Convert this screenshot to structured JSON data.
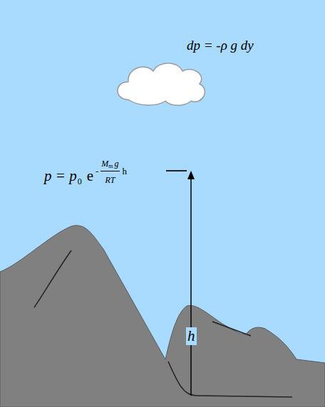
{
  "diagram": {
    "labels": [
      "dp = -ρ g dy",
      "p = p",
      "0",
      "e",
      "-",
      "M",
      "m",
      "g",
      "RT",
      "h",
      "h"
    ]
  }
}
